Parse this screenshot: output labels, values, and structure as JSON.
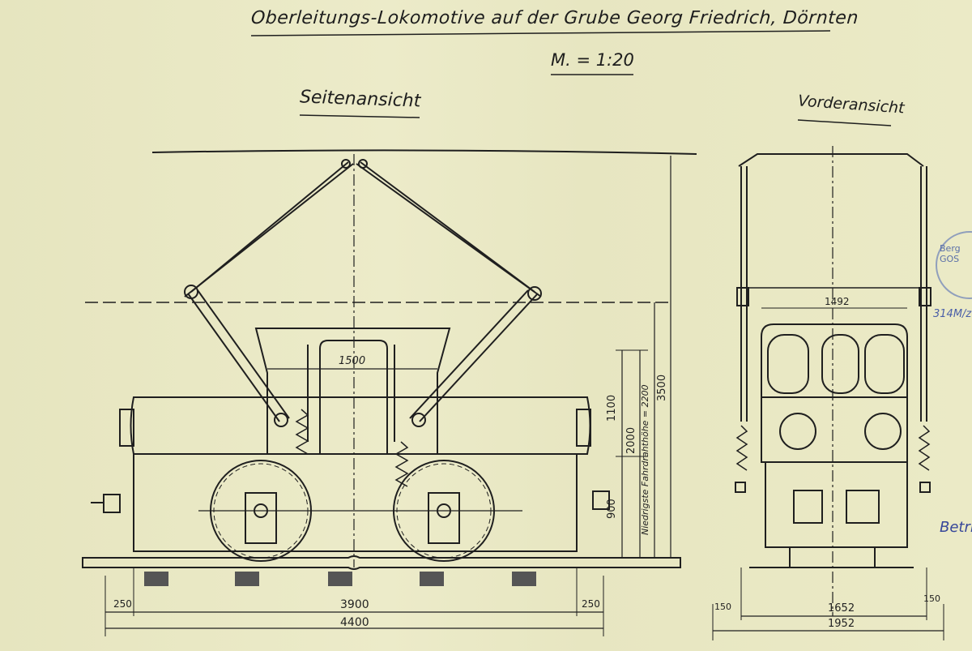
{
  "title": "Oberleitungs-Lokomotive auf der Grube Georg Friedrich, Dörnten",
  "scale": "M. = 1:20",
  "views": {
    "side": "Seitenansicht",
    "front": "Vorderansicht"
  },
  "dimensions": {
    "side_cab_width": "1500",
    "side_height_upper": "1100",
    "side_height_mid": "2000",
    "side_height_lower": "900",
    "side_min_wire_height": "Niedrigste Fahrdrahthöhe = 2200",
    "side_total_height": "3500",
    "side_left_offset": "250",
    "side_right_offset": "250",
    "side_wheelbase_span": "3900",
    "side_total_length": "4400",
    "front_collector_width": "1492",
    "front_left_offset": "150",
    "front_right_offset": "150",
    "front_body_width": "1652",
    "front_total_width": "1952"
  },
  "annotations": {
    "stamp_text": "Berg GOS",
    "blue_note": "314M/z",
    "signature_note": "Betri"
  },
  "colors": {
    "paper": "#e9e8c4",
    "ink": "#1d1d1d",
    "stamp": "#5a6fa8"
  }
}
